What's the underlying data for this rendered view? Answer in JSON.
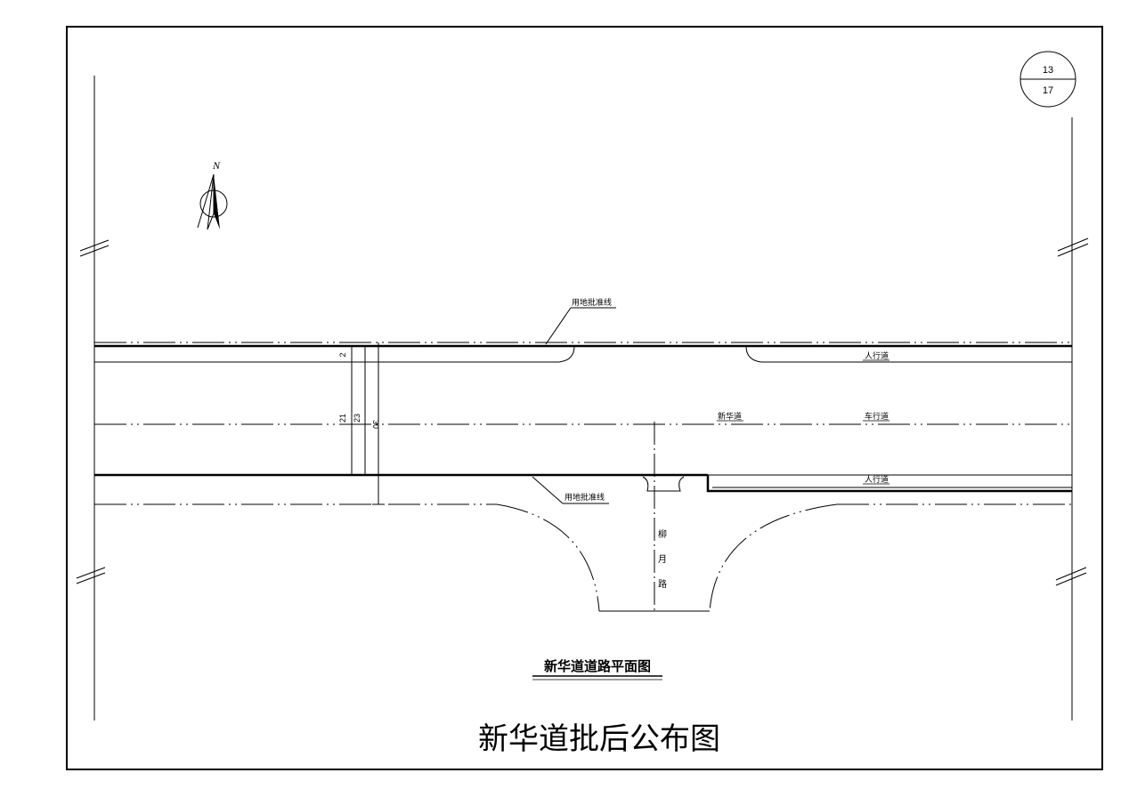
{
  "sheet": {
    "number": "13",
    "total": "17"
  },
  "compass": {
    "north_label": "N"
  },
  "labels": {
    "land_line_top": "用地批准线",
    "land_line_bottom": "用地批准线",
    "sidewalk_top": "人行道",
    "sidewalk_bottom": "人行道",
    "road_name": "新华道",
    "carriageway": "车行道",
    "cross_road_chars": [
      "柳",
      "月",
      "路"
    ]
  },
  "dimensions": {
    "dim_2": "2",
    "dim_21": "21",
    "dim_23": "23",
    "dim_30": "30"
  },
  "titles": {
    "plan_title": "新华道道路平面图",
    "main_title": "新华道批后公布图"
  }
}
